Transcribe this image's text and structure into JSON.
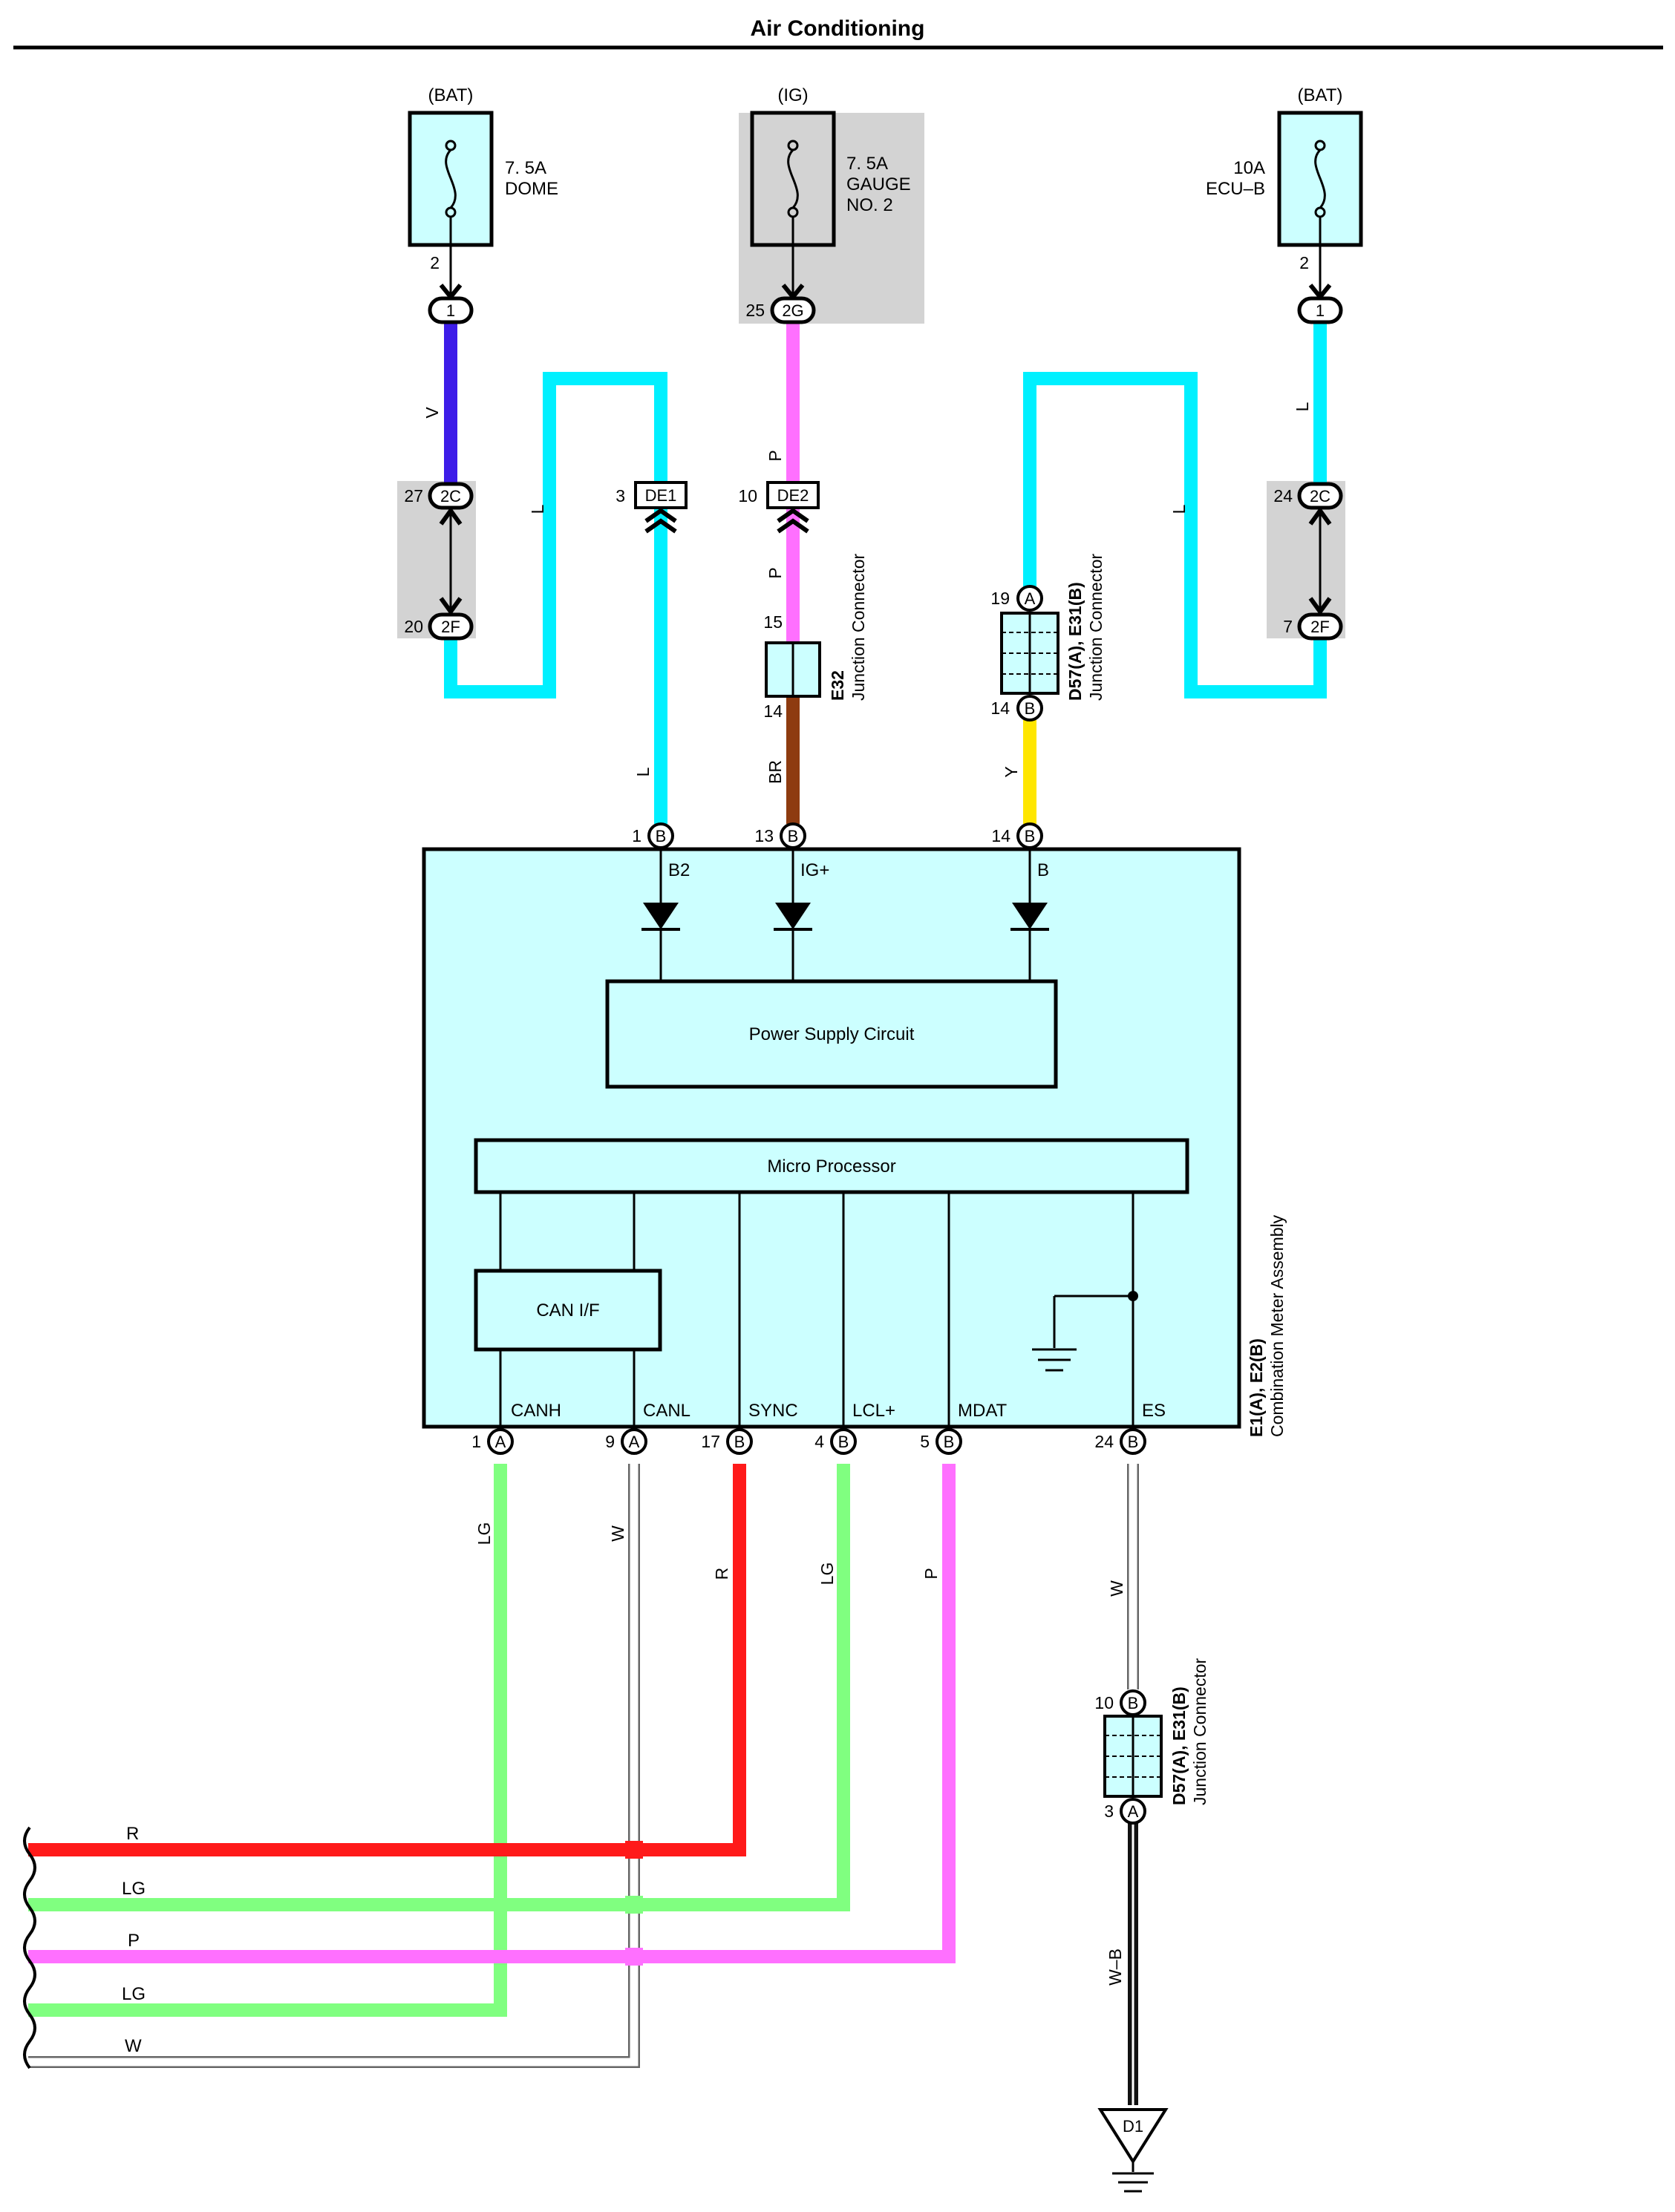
{
  "title": "Air Conditioning",
  "colors": {
    "V": "#3d1ce8",
    "L": "#00f0ff",
    "P": "#ff70ff",
    "BR": "#8e3b10",
    "Y": "#ffe600",
    "R": "#ff1a1a",
    "LG": "#80ff80",
    "W": "#ffffff",
    "WB": "#111111",
    "box_fill": "#ccffff",
    "gray": "#d3d3d3"
  },
  "fuses": [
    {
      "source": "(BAT)",
      "rating": "7. 5A",
      "name": "DOME",
      "name2": "",
      "pin": "2",
      "connector": "1"
    },
    {
      "source": "(IG)",
      "rating": "7. 5A",
      "name": "GAUGE",
      "name2": "NO. 2",
      "pin": "25",
      "connector": "2G"
    },
    {
      "source": "(BAT)",
      "rating": "10A",
      "name": "ECU–B",
      "name2": "",
      "pin": "2",
      "connector": "1"
    }
  ],
  "junction_pins": {
    "left_top": {
      "pin": "27",
      "conn": "2C"
    },
    "left_bot": {
      "pin": "20",
      "conn": "2F"
    },
    "right_top": {
      "pin": "24",
      "conn": "2C"
    },
    "right_bot": {
      "pin": "7",
      "conn": "2F"
    },
    "de1": {
      "pin": "3",
      "conn": "DE1"
    },
    "de2": {
      "pin": "10",
      "conn": "DE2"
    }
  },
  "wire_labels": {
    "v": "V",
    "l_left_loop": "L",
    "l_de1": "L",
    "p_top": "P",
    "p_mid": "P",
    "br": "BR",
    "y": "Y",
    "l_right_loop": "L",
    "l_right": "L",
    "lg_canh": "LG",
    "w_canl": "W",
    "r_sync": "R",
    "lg_lcl": "LG",
    "p_mdat": "P",
    "w_es": "W",
    "wb": "W–B"
  },
  "e32": {
    "name": "E32",
    "desc": "Junction Connector",
    "pin_top": "15",
    "pin_bot": "14"
  },
  "jc_top": {
    "name": "D57(A), E31(B)",
    "desc": "Junction Connector",
    "pin_top": "19",
    "conn_top": "A",
    "pin_bot": "14",
    "conn_bot": "B"
  },
  "jc_bottom": {
    "name": "D57(A), E31(B)",
    "desc": "Junction Connector",
    "pin_top": "10",
    "conn_top": "B",
    "pin_bot": "3",
    "conn_bot": "A"
  },
  "meter": {
    "name": "E1(A), E2(B)",
    "desc": "Combination Meter Assembly",
    "power_supply": "Power Supply Circuit",
    "micro": "Micro Processor",
    "can_if": "CAN I/F",
    "top_pins": [
      {
        "pin": "1",
        "conn": "B",
        "label": "B2"
      },
      {
        "pin": "13",
        "conn": "B",
        "label": "IG+"
      },
      {
        "pin": "14",
        "conn": "B",
        "label": "B"
      }
    ],
    "bottom_pins": [
      {
        "pin": "1",
        "conn": "A",
        "label": "CANH"
      },
      {
        "pin": "9",
        "conn": "A",
        "label": "CANL"
      },
      {
        "pin": "17",
        "conn": "B",
        "label": "SYNC"
      },
      {
        "pin": "4",
        "conn": "B",
        "label": "LCL+"
      },
      {
        "pin": "5",
        "conn": "B",
        "label": "MDAT"
      },
      {
        "pin": "24",
        "conn": "B",
        "label": "ES"
      }
    ]
  },
  "bus_labels": [
    "R",
    "LG",
    "P",
    "LG",
    "W"
  ],
  "ground": "D1"
}
